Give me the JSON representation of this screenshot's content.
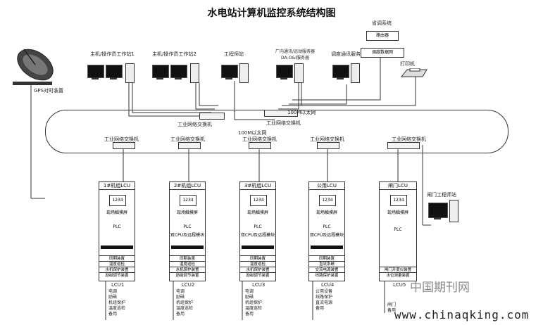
{
  "title": "水电站计算机监控系统结构图",
  "satellite": {
    "label": "GPS对时装置",
    "icon": "satellite-dish-icon"
  },
  "workstations": [
    {
      "label": "主机/操作员工作站1"
    },
    {
      "label": "主机/操作员工作站2"
    },
    {
      "label": "工程师站"
    },
    {
      "label": "厂内通讯/远动服务器 DA-O&I服务器"
    },
    {
      "label": "调度通讯服务器"
    }
  ],
  "remote_box": {
    "label": "省调系统",
    "box1": "路由器",
    "box2": "调度数据网"
  },
  "printer_label": "打印机",
  "switches": {
    "top1": "工业网络交换机",
    "top2": "工业网络交换机",
    "lower": "工业网络交换机"
  },
  "ethernet_labels": {
    "top": "100M以太网",
    "ring": "100M以太网"
  },
  "external_station": {
    "label": "闸门工程师站"
  },
  "lcus": [
    {
      "header": "1#机组LCU",
      "screen": "1234",
      "cap1": "现场触摸屏",
      "cap2": "PLC",
      "cap3": "",
      "rows": [
        "同期装置",
        "温度巡检",
        "水机保护装置",
        "励磁调节装置"
      ],
      "footer": "LCU1",
      "items": [
        "电调",
        "励磁",
        "机组保护",
        "温度巡检",
        "备用"
      ]
    },
    {
      "header": "2#机组LCU",
      "screen": "1234",
      "cap1": "现场触摸屏",
      "cap2": "PLC",
      "cap3": "双CPU及远程模块",
      "rows": [
        "同期装置",
        "温度巡检",
        "水机保护装置",
        "励磁调节装置"
      ],
      "footer": "LCU2",
      "items": [
        "电调",
        "励磁",
        "机组保护",
        "温度巡检",
        "备用"
      ]
    },
    {
      "header": "3#机组LCU",
      "screen": "1234",
      "cap1": "现场触摸屏",
      "cap2": "PLC",
      "cap3": "双CPU及远程模块",
      "rows": [
        "同期装置",
        "温度巡检",
        "水机保护装置",
        "励磁调节装置"
      ],
      "footer": "LCU3",
      "items": [
        "电调",
        "励磁",
        "机组保护",
        "温度巡检",
        "备用"
      ]
    },
    {
      "header": "公用LCU",
      "screen": "1234",
      "cap1": "现场触摸屏",
      "cap2": "PLC",
      "cap3": "双CPU及远程模块",
      "rows": [
        "同期装置",
        "直流系统",
        "交流电源装置",
        "线路保护装置"
      ],
      "footer": "LCU4",
      "items": [
        "公用设备",
        "线路保护",
        "直流电源",
        "备用"
      ]
    },
    {
      "header": "闸门LCU",
      "screen": "1234",
      "cap1": "现场触摸屏",
      "cap2": "PLC",
      "cap3": "",
      "rows": [
        "闸门开度仪装置",
        "水位测量装置"
      ],
      "footer": "LCU5",
      "items": [
        "闸门",
        "备用"
      ]
    }
  ],
  "watermark": {
    "text1": "中国期刊网",
    "text2": "www.chinaqking.com"
  }
}
